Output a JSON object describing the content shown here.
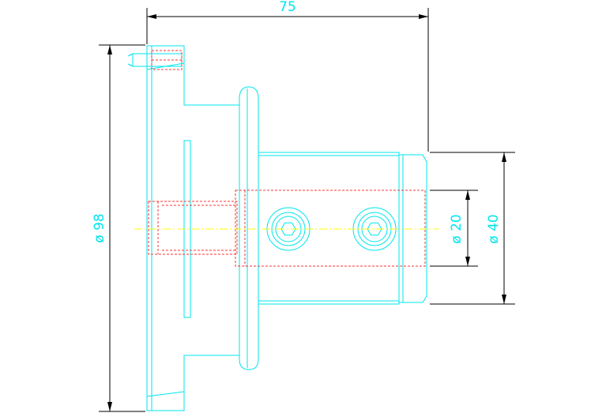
{
  "drawing": {
    "dimensions": {
      "overall_length": "75",
      "flange_diameter": "ø 98",
      "bore_diameter": "ø 20",
      "body_diameter": "ø 40"
    },
    "colors": {
      "outline": "#00e5ee",
      "hidden_lines": "#ff3333",
      "center_line": "#ffff00",
      "dimension_lines": "#000000",
      "background": "#ffffff"
    }
  }
}
